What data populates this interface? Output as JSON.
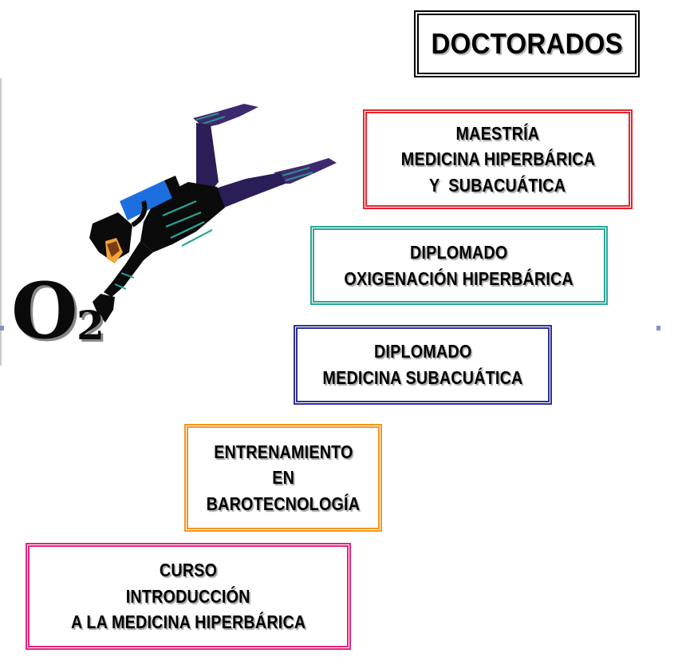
{
  "title": {
    "lines": [
      "DOCTORADOS"
    ],
    "border_color": "#000000"
  },
  "logo": {
    "letter": "O",
    "subscript": "2"
  },
  "illustration": {
    "icon": "scuba-diver-icon"
  },
  "programs": [
    {
      "lines": [
        "MAESTRÍA",
        "MEDICINA HIPERBÁRICA",
        "Y  SUBACUÁTICA"
      ],
      "border_color": "#e8242c"
    },
    {
      "lines": [
        "DIPLOMADO",
        "OXIGENACIÓN HIPERBÁRICA"
      ],
      "border_color": "#2aa59a"
    },
    {
      "lines": [
        "DIPLOMADO",
        "MEDICINA SUBACUÁTICA"
      ],
      "border_color": "#2e3192"
    },
    {
      "lines": [
        "ENTRENAMIENTO",
        "EN",
        "BAROTECNOLOGÍA"
      ],
      "border_color": "#f7941d"
    },
    {
      "lines": [
        "CURSO",
        "INTRODUCCIÓN",
        "A LA MEDICINA HIPERBÁRICA"
      ],
      "border_color": "#e4237c"
    }
  ]
}
